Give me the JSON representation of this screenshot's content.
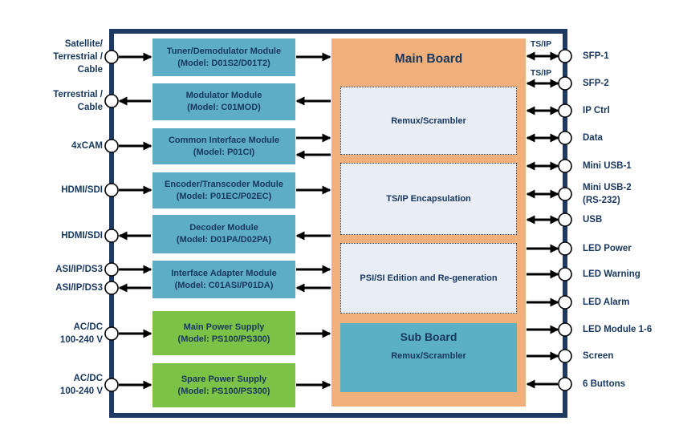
{
  "colors": {
    "border_navy": "#1E3A63",
    "text_navy": "#17375E",
    "module_teal": "#5EADC6",
    "power_green": "#7CC247",
    "board_orange": "#F0B07C",
    "section_fill": "#E8EDF6",
    "sub_board_teal": "#5BB0C4",
    "arrow_black": "#000000"
  },
  "left_ports": [
    {
      "label": "Satellite/\nTerrestrial /\nCable",
      "flow": "input"
    },
    {
      "label": "Terrestrial /\nCable",
      "flow": "output"
    },
    {
      "label": "4xCAM",
      "flow": "input"
    },
    {
      "label": "HDMI/SDI",
      "flow": "input"
    },
    {
      "label": "HDMI/SDI",
      "flow": "output"
    },
    {
      "label": "ASI/IP/DS3",
      "flow": "input"
    },
    {
      "label": "ASI/IP/DS3",
      "flow": "output"
    },
    {
      "label": "AC/DC\n100-240 V",
      "flow": "input"
    },
    {
      "label": "AC/DC\n100-240 V",
      "flow": "input"
    }
  ],
  "modules": [
    {
      "title": "Tuner/Demodulator Module",
      "model": "(Model: D01S2/D01T2)",
      "type": "io"
    },
    {
      "title": "Modulator Module",
      "model": "(Model: C01MOD)",
      "type": "io"
    },
    {
      "title": "Common Interface Module",
      "model": "(Model: P01CI)",
      "type": "io"
    },
    {
      "title": "Encoder/Transcoder Module",
      "model": "(Model: P01EC/P02EC)",
      "type": "io"
    },
    {
      "title": "Decoder Module",
      "model": "(Model: D01PA/D02PA)",
      "type": "io"
    },
    {
      "title": "Interface Adapter Module",
      "model": "(Model: C01ASI/P01DA)",
      "type": "io"
    },
    {
      "title": "Main Power Supply",
      "model": "(Model: PS100/PS300)",
      "type": "power"
    },
    {
      "title": "Spare Power Supply",
      "model": "(Model: PS100/PS300)",
      "type": "power"
    }
  ],
  "main_board": {
    "title": "Main Board",
    "sections": [
      "Remux/Scrambler",
      "TS/IP Encapsulation",
      "PSI/SI Edition and Re-generation"
    ],
    "sub_board": {
      "title": "Sub Board",
      "label": "Remux/Scrambler"
    }
  },
  "right_ports": [
    {
      "tag": "TS/IP",
      "label": "SFP-1",
      "arrow": "bidirectional"
    },
    {
      "tag": "TS/IP",
      "label": "SFP-2",
      "arrow": "bidirectional"
    },
    {
      "label": "IP Ctrl",
      "arrow": "bidirectional"
    },
    {
      "label": "Data",
      "arrow": "bidirectional"
    },
    {
      "label": "Mini USB-1",
      "arrow": "bidirectional"
    },
    {
      "label": "Mini USB-2\n(RS-232)",
      "arrow": "bidirectional"
    },
    {
      "label": "USB",
      "arrow": "bidirectional"
    },
    {
      "label": "LED Power",
      "arrow": "out"
    },
    {
      "label": "LED Warning",
      "arrow": "out"
    },
    {
      "label": "LED Alarm",
      "arrow": "out"
    },
    {
      "label": "LED Module 1-6",
      "arrow": "out"
    },
    {
      "label": "Screen",
      "arrow": "out"
    },
    {
      "label": "6 Buttons",
      "arrow": "in"
    }
  ]
}
